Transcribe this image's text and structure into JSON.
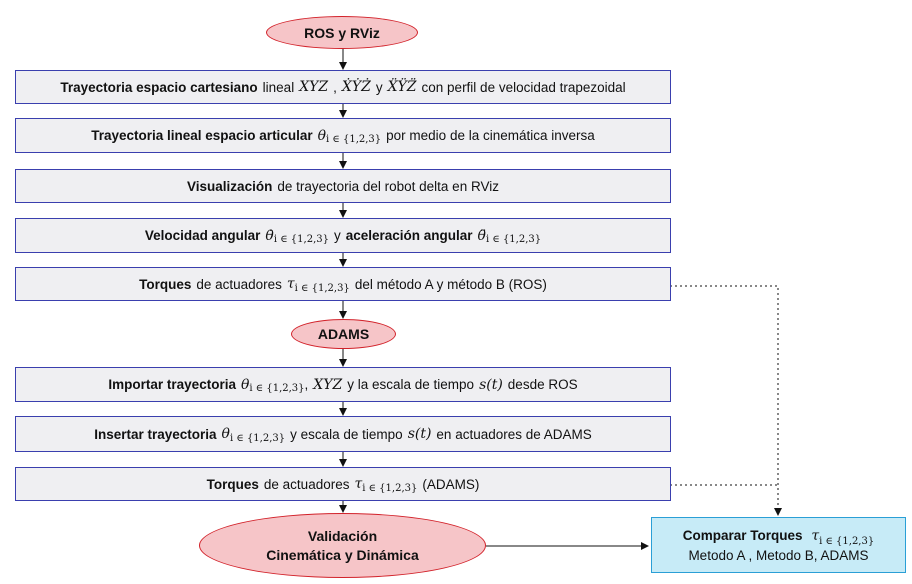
{
  "start_ros": "ROS y RViz",
  "adams_label": "ADAMS",
  "validation": {
    "line1": "Validación",
    "line2": "Cinemática y Dinámica"
  },
  "compare": {
    "bold": "Comparar Torques",
    "sym": "τ",
    "sub": "i ∈ {1,2,3}",
    "line2": "Metodo A , Metodo B, ADAMS"
  },
  "step1": {
    "bold": "Trayectoria espacio cartesiano",
    "t1": "lineal",
    "m1": "XYZ",
    "t2": ",",
    "m2": "ẊẎŻ",
    "t3": "y",
    "m3": "ẌŸZ̈",
    "t4": "con perfil de velocidad trapezoidal"
  },
  "step2": {
    "bold": "Trayectoria lineal espacio articular",
    "sym": "θ",
    "sub": "i ∈ {1,2,3}",
    "t1": "por medio de la cinemática inversa"
  },
  "step3": {
    "bold": "Visualización",
    "t1": "de trayectoria del robot delta en RViz"
  },
  "step4": {
    "bold1": "Velocidad angular",
    "sym1": "θ̇",
    "sub1": "i ∈ {1,2,3}",
    "t1": "y",
    "bold2": "aceleración angular",
    "sym2": "θ̈",
    "sub2": "i ∈ {1,2,3}"
  },
  "step5": {
    "bold": "Torques",
    "t1": "de actuadores",
    "sym": "τ",
    "sub": "i ∈ {1,2,3}",
    "t2": "del método A y método B (ROS)"
  },
  "step6": {
    "bold": "Importar trayectoria",
    "sym": "θ",
    "sub": "i ∈ {1,2,3}",
    "t0": ",",
    "m1": "XYZ",
    "t1": "y la escala de tiempo",
    "m2": "s(t)",
    "t2": "desde ROS"
  },
  "step7": {
    "bold": "Insertar trayectoria",
    "sym": "θ",
    "sub": "i ∈ {1,2,3}",
    "t1": "y escala de tiempo",
    "m1": "s(t)",
    "t2": "en actuadores de ADAMS"
  },
  "step8": {
    "bold": "Torques",
    "t1": "de actuadores",
    "sym": "τ",
    "sub": "i ∈ {1,2,3}",
    "t2": "(ADAMS)"
  }
}
